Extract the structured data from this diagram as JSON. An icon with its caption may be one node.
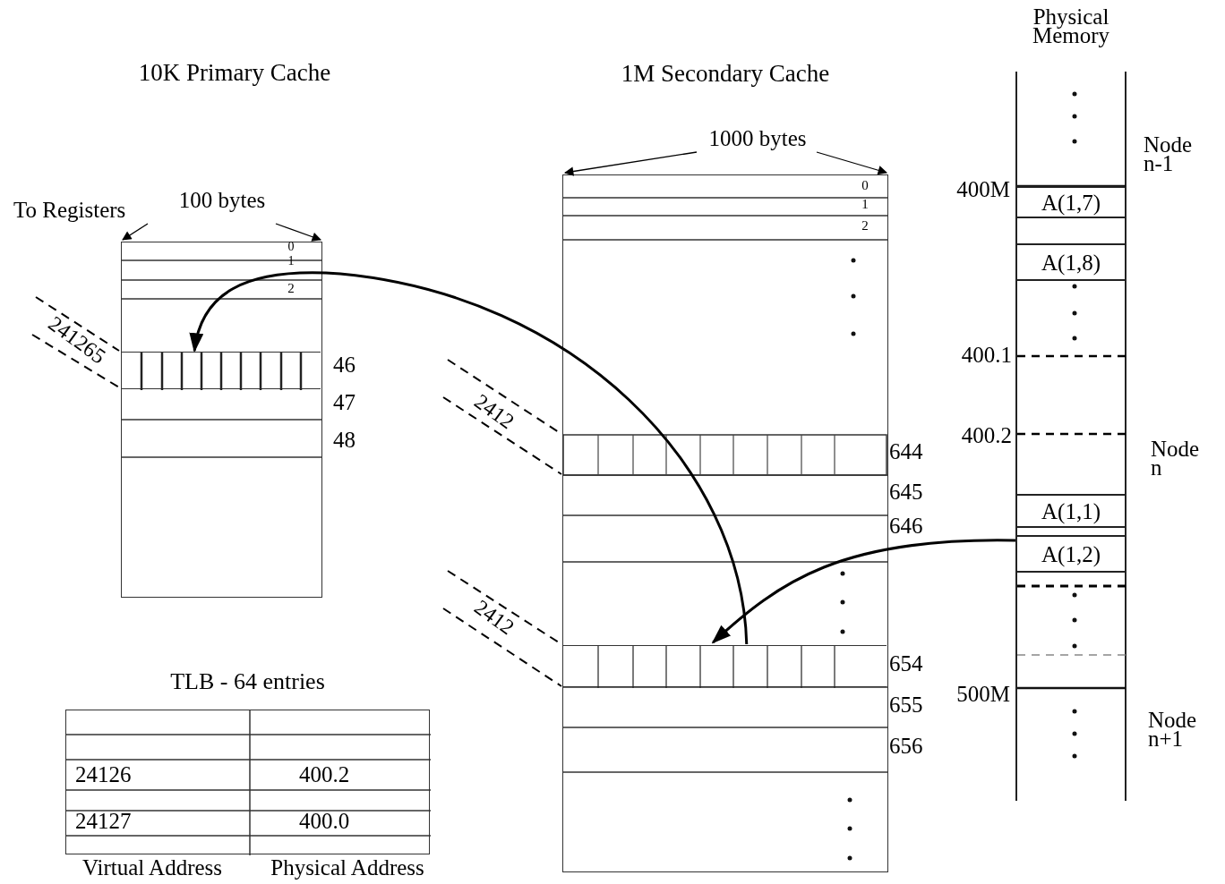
{
  "diagram": {
    "nodes": [
      {
        "text": [],
        "shape": "box"
      },
      {
        "text": [],
        "shape": "bar",
        "in": 0
      },
      {
        "text": [
          "1M Secondary Cache"
        ]
      },
      {
        "text": [],
        "shape": "bar",
        "in": 2
      },
      {
        "text": [
          "Physical Memory"
        ]
      },
      {
        "text": [
          "A(1,7)"
        ],
        "in": 4
      },
      {
        "text": [
          "A(1,8)"
        ],
        "in": 4
      },
      {
        "text": [
          "A(1,1)"
        ],
        "in": 4
      },
      {
        "text": [
          "A(1,2)"
        ],
        "in": 4
      },
      {
        "text": [
          "TLB - 64 entries"
        ]
      }
    ],
    "edges": [
      {
        "from": 3,
        "to": 1,
        "arrow": "to"
      },
      {
        "from": 8,
        "to": 3,
        "arrow": "to"
      }
    ],
    "labels": [
      "10K Primary Cache",
      "To Registers",
      "100 bytes",
      "0",
      "1",
      "2",
      "241265",
      "46",
      "47",
      "48",
      "1000 bytes",
      "0",
      "1",
      "2",
      "2412",
      "644",
      "645",
      "646",
      "2412",
      "654",
      "655",
      "656",
      "400M",
      "Node n-1",
      "400.1",
      "400.2",
      "Node n",
      "500M",
      "Node n+1",
      "24126",
      "400.2",
      "24127",
      "400.0",
      "Virtual Address",
      "Physical Address"
    ]
  }
}
